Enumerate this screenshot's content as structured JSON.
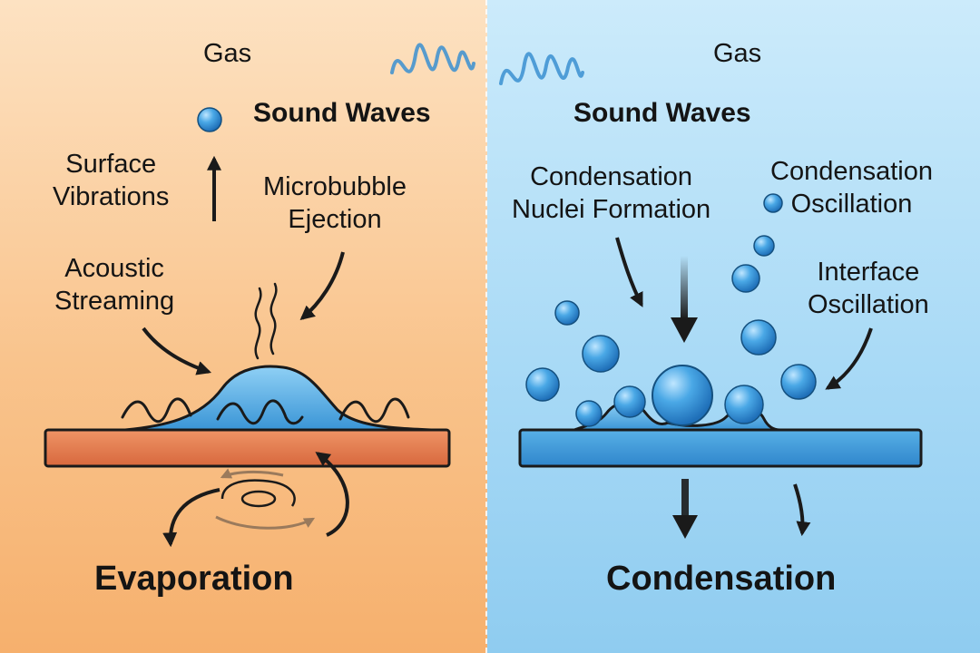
{
  "left_panel": {
    "gas_label": "Gas",
    "sound_waves_label": "Sound Waves",
    "surface_vibrations_label": "Surface\nVibrations",
    "microbubble_ejection_label": "Microbubble\nEjection",
    "acoustic_streaming_label": "Acoustic\nStreaming",
    "title": "Evaporation",
    "colors": {
      "background": "#f9c48d",
      "plate": "#e07a4e",
      "liquid": "#4ba6de"
    }
  },
  "right_panel": {
    "gas_label": "Gas",
    "sound_waves_label": "Sound Waves",
    "nuclei_formation_label": "Condensation\nNuclei Formation",
    "condensation_oscillation_label": "Condensation\nOscillation",
    "interface_oscillation_label": "Interface\nOscillation",
    "title": "Condensation",
    "colors": {
      "background": "#a9daf6",
      "plate": "#3f9bd9",
      "droplet": "#3a98dc"
    }
  }
}
